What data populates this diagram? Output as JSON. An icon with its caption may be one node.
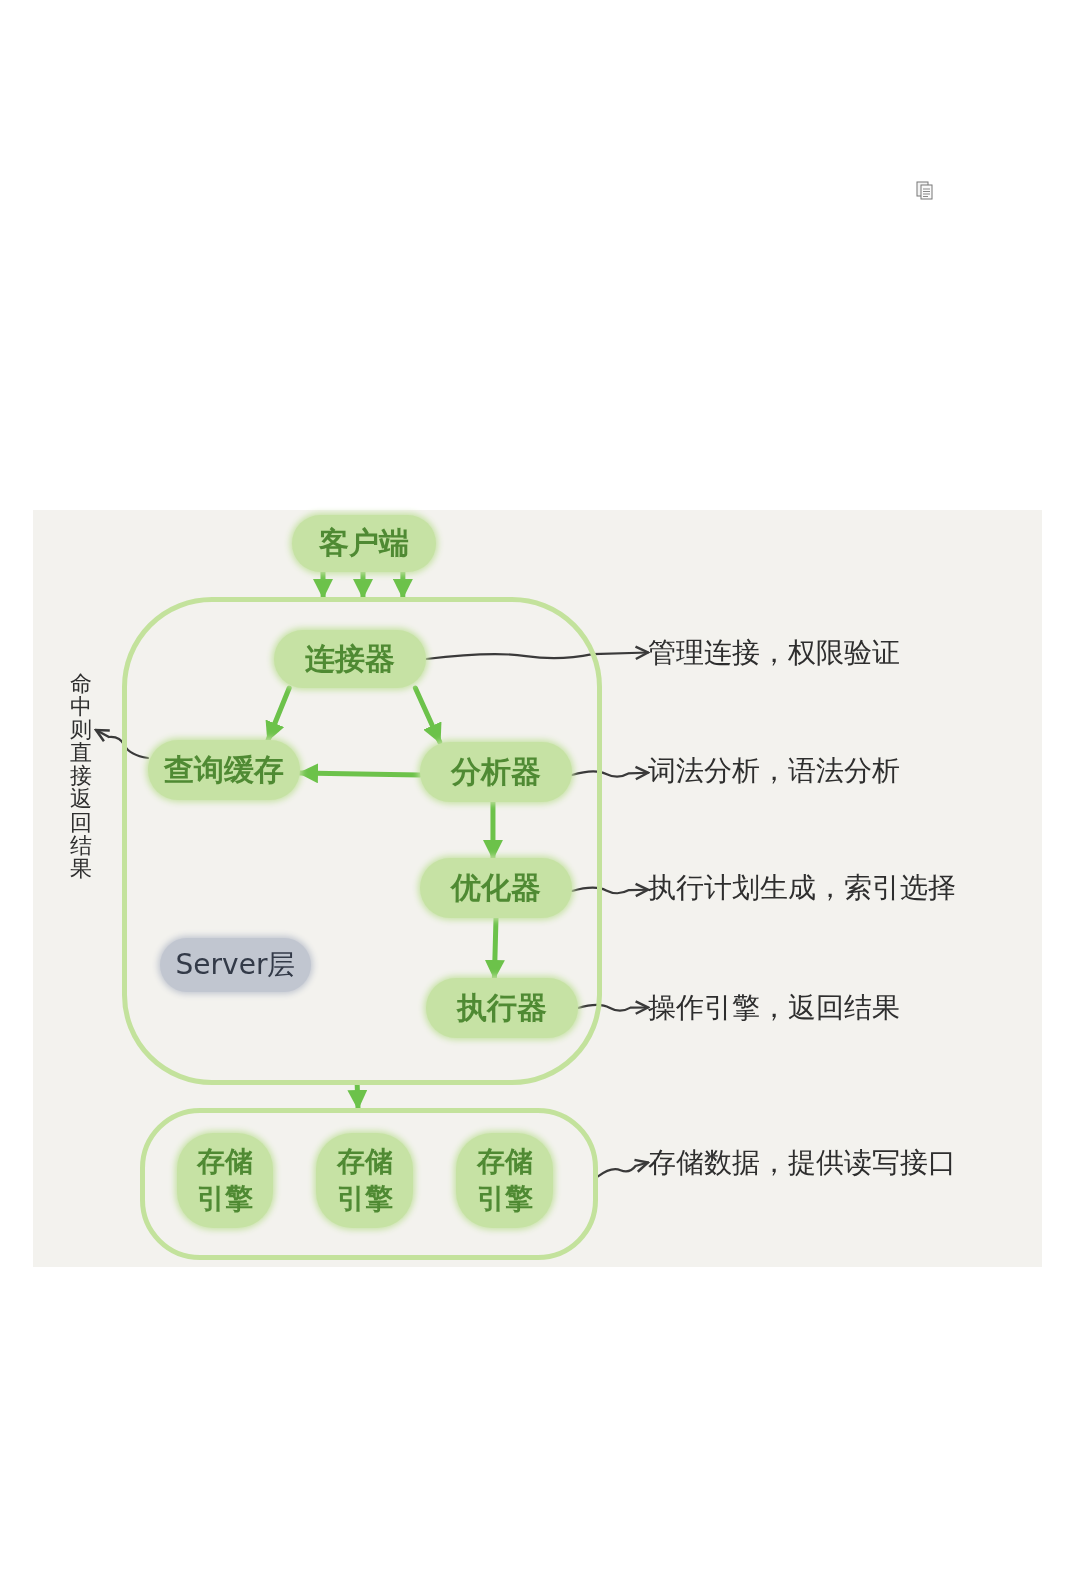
{
  "diagram": {
    "nodes": [
      {
        "text": [
          "客户端"
        ]
      },
      {
        "text": [],
        "shape": "box"
      },
      {
        "text": [
          "连接器"
        ],
        "in": 1
      },
      {
        "text": [
          "查询缓存"
        ],
        "in": 1
      },
      {
        "text": [
          "分析器"
        ],
        "in": 1
      },
      {
        "text": [
          "优化器"
        ],
        "in": 1
      },
      {
        "text": [
          "执行器"
        ],
        "in": 1
      },
      {
        "text": [
          "Server层"
        ],
        "in": 1
      },
      {
        "text": [],
        "shape": "box"
      },
      {
        "text": [
          "存储引擎"
        ],
        "in": 8
      },
      {
        "text": [
          "存储引擎"
        ],
        "in": 8
      },
      {
        "text": [
          "存储引擎"
        ],
        "in": 8
      },
      {
        "text": [
          "管理连接，权限验证"
        ]
      },
      {
        "text": [
          "词法分析，语法分析"
        ]
      },
      {
        "text": [
          "执行计划生成，索引选择"
        ]
      },
      {
        "text": [
          "操作引擎，返回结果"
        ]
      },
      {
        "text": [
          "存储数据，提供读写接口"
        ]
      },
      {
        "text": [
          "命中则直接返回结果"
        ]
      }
    ],
    "edges": [
      {
        "from": 0,
        "to": 1,
        "arrow": "to"
      },
      {
        "from": 0,
        "to": 1,
        "arrow": "to"
      },
      {
        "from": 0,
        "to": 1,
        "arrow": "to"
      },
      {
        "from": 2,
        "to": 3,
        "arrow": "to"
      },
      {
        "from": 2,
        "to": 4,
        "arrow": "to"
      },
      {
        "from": 4,
        "to": 3,
        "arrow": "to"
      },
      {
        "from": 4,
        "to": 5,
        "arrow": "to"
      },
      {
        "from": 5,
        "to": 6,
        "arrow": "to"
      },
      {
        "from": 1,
        "to": 8,
        "arrow": "to"
      },
      {
        "from": 2,
        "to": 12,
        "arrow": "to",
        "color": "#3a3a3a"
      },
      {
        "from": 4,
        "to": 13,
        "arrow": "to",
        "color": "#3a3a3a"
      },
      {
        "from": 5,
        "to": 14,
        "arrow": "to",
        "color": "#3a3a3a"
      },
      {
        "from": 6,
        "to": 15,
        "arrow": "to",
        "color": "#3a3a3a"
      },
      {
        "from": 8,
        "to": 16,
        "arrow": "to",
        "color": "#3a3a3a"
      },
      {
        "from": 3,
        "to": 17,
        "arrow": "to",
        "color": "#3a3a3a"
      }
    ]
  }
}
